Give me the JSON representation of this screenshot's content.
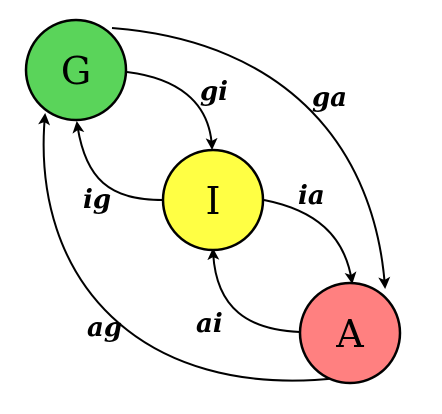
{
  "nodes": {
    "g": {
      "label": "G",
      "fill": "#5ad45a"
    },
    "i": {
      "label": "I",
      "fill": "#ffff44"
    },
    "a": {
      "label": "A",
      "fill": "#ff8080"
    }
  },
  "edges": {
    "gi": "gi",
    "ga": "ga",
    "ig": "ig",
    "ia": "ia",
    "ag": "ag",
    "ai": "ai"
  }
}
